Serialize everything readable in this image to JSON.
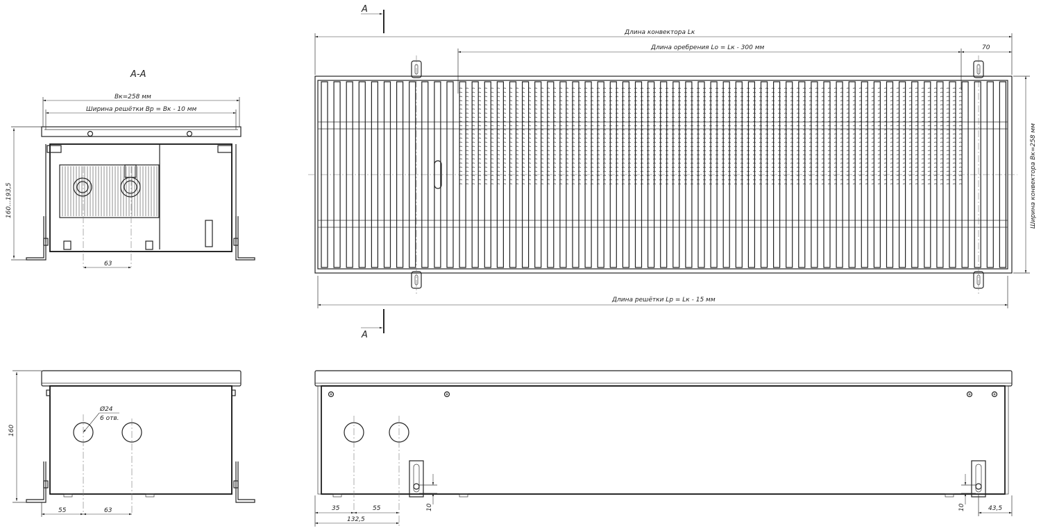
{
  "section_label": "А-А",
  "section_marker": "А",
  "dimensions": {
    "convector_length": "Длина конвектора Lк",
    "fin_length": "Длина оребрения Lо = Lк - 300 мм",
    "grille_length": "Длина решётки Lр = Lк - 15 мм",
    "convector_width": "Ширина конвектора Вк=258 мм",
    "end_offset": "70",
    "width_bk": "Вк=258 мм",
    "grille_width": "Ширина решётки Вр = Вк - 10 мм",
    "height_range": "160...193,5",
    "pipe_spacing_section": "63",
    "height_side": "160",
    "hole_diameter": "Ø24",
    "hole_count": "6 отв.",
    "side_offset_55": "55",
    "side_spacing_63": "63",
    "front_35": "35",
    "front_55": "55",
    "front_132": "132,5",
    "front_10_left": "10",
    "front_10_right": "10",
    "front_43": "43,5"
  }
}
